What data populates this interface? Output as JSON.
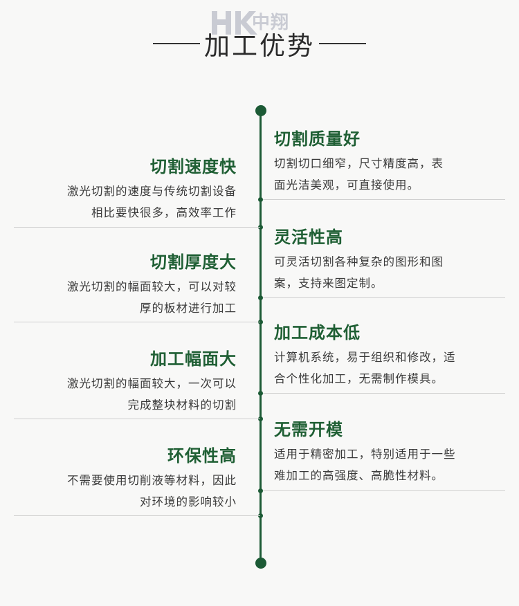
{
  "header": {
    "logo_text": "中翔",
    "title": "加工优势"
  },
  "left_items": [
    {
      "title": "切割速度快",
      "desc_lines": [
        "激光切割的速度与传统切割设备",
        "相比要快很多，高效率工作"
      ]
    },
    {
      "title": "切割厚度大",
      "desc_lines": [
        "激光切割的幅面较大，可以对较",
        "厚的板材进行加工"
      ]
    },
    {
      "title": "加工幅面大",
      "desc_lines": [
        "激光切割的幅面较大，一次可以",
        "完成整块材料的切割"
      ]
    },
    {
      "title": "环保性高",
      "desc_lines": [
        "不需要使用切削液等材料，因此",
        "对环境的影响较小"
      ]
    }
  ],
  "right_items": [
    {
      "title": "切割质量好",
      "desc_lines": [
        "切割切口细窄，尺寸精度高，表",
        "面光洁美观，可直接使用。"
      ]
    },
    {
      "title": "灵活性高",
      "desc_lines": [
        "可灵活切割各种复杂的图形和图",
        "案，支持来图定制。"
      ]
    },
    {
      "title": "加工成本低",
      "desc_lines": [
        "计算机系统，易于组织和修改，适",
        "合个性化加工，无需制作模具。"
      ]
    },
    {
      "title": "无需开模",
      "desc_lines": [
        "适用于精密加工，特别适用于一些",
        "难加工的高强度、高脆性材料。"
      ]
    }
  ],
  "colors": {
    "accent": "#1f5f34",
    "axis": "#1c5a35",
    "background": "#f8f8f7",
    "divider": "#cfcfcf"
  }
}
